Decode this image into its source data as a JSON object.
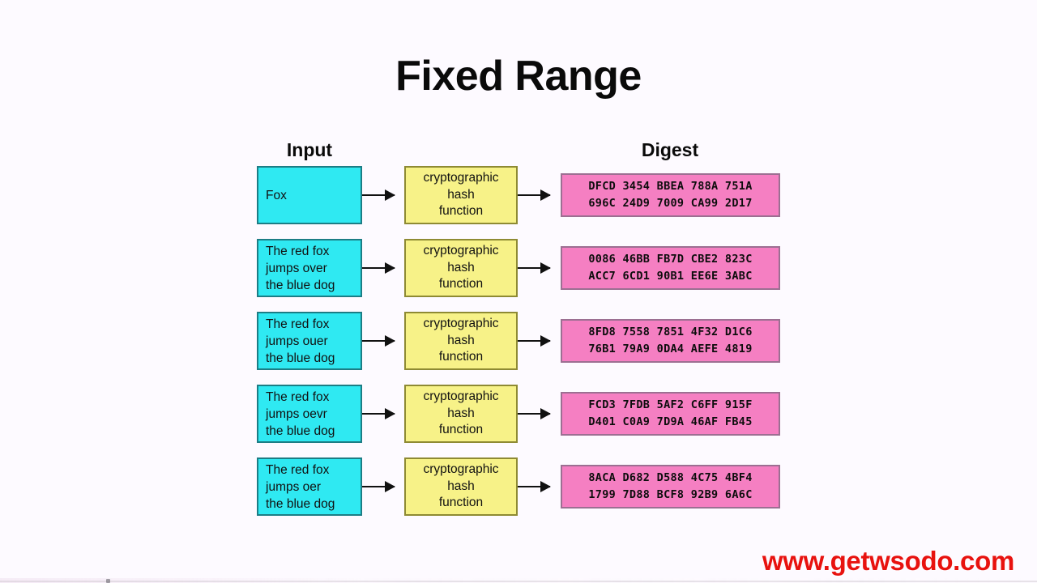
{
  "slide": {
    "title": "Fixed Range",
    "background_color": "#fdfaff"
  },
  "headings": {
    "input": "Input",
    "digest": "Digest"
  },
  "colors": {
    "input_box_fill": "#2fe9f2",
    "input_box_border": "#1c7d85",
    "hash_box_fill": "#f7f288",
    "hash_box_border": "#8e8a33",
    "digest_box_fill": "#f57fc2",
    "digest_box_border": "#9c6f92",
    "arrow": "#111111",
    "watermark": "#e8120f"
  },
  "hash_function_label": {
    "line1": "cryptographic",
    "line2": "hash",
    "line3": "function"
  },
  "rows": [
    {
      "input": {
        "line1": "Fox",
        "line2": "",
        "line3": ""
      },
      "hash": {
        "line1": "cryptographic",
        "line2": "hash",
        "line3": "function"
      },
      "digest": {
        "line1": "DFCD 3454 BBEA 788A 751A",
        "line2": "696C 24D9 7009 CA99 2D17"
      }
    },
    {
      "input": {
        "line1": "The red fox",
        "line2": "jumps over",
        "line3": "the blue dog"
      },
      "hash": {
        "line1": "cryptographic",
        "line2": "hash",
        "line3": "function"
      },
      "digest": {
        "line1": "0086 46BB FB7D CBE2 823C",
        "line2": "ACC7 6CD1 90B1 EE6E 3ABC"
      }
    },
    {
      "input": {
        "line1": "The red fox",
        "line2": "jumps ouer",
        "line3": "the blue dog"
      },
      "hash": {
        "line1": "cryptographic",
        "line2": "hash",
        "line3": "function"
      },
      "digest": {
        "line1": "8FD8 7558 7851 4F32 D1C6",
        "line2": "76B1 79A9 0DA4 AEFE 4819"
      }
    },
    {
      "input": {
        "line1": "The red fox",
        "line2": "jumps oevr",
        "line3": "the blue dog"
      },
      "hash": {
        "line1": "cryptographic",
        "line2": "hash",
        "line3": "function"
      },
      "digest": {
        "line1": "FCD3 7FDB 5AF2 C6FF 915F",
        "line2": "D401 C0A9 7D9A 46AF FB45"
      }
    },
    {
      "input": {
        "line1": "The red fox",
        "line2": "jumps oer",
        "line3": "the blue dog"
      },
      "hash": {
        "line1": "cryptographic",
        "line2": "hash",
        "line3": "function"
      },
      "digest": {
        "line1": "8ACA D682 D588 4C75 4BF4",
        "line2": "1799 7D88 BCF8 92B9 6A6C"
      }
    }
  ],
  "watermark": "www.getwsodo.com"
}
